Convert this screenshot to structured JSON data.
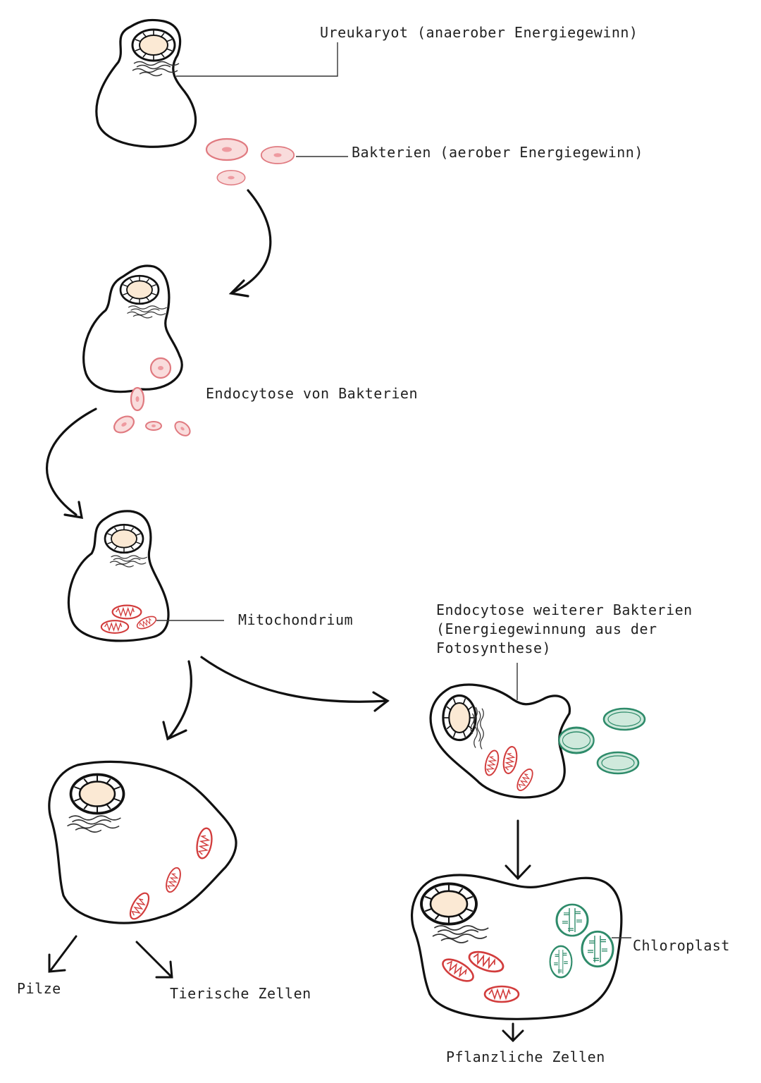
{
  "labels": {
    "ureukaryot": "Ureukaryot (anaerober Energiegewinn)",
    "bakterien": "Bakterien (aerober Energiegewinn)",
    "endocytose": "Endocytose von Bakterien",
    "mitochondrium": "Mitochondrium",
    "endocytose_weiterer_line1": "Endocytose weiterer Bakterien",
    "endocytose_weiterer_line2": "(Energiegewinnung aus der",
    "endocytose_weiterer_line3": "Fotosynthese)",
    "chloroplast": "Chloroplast",
    "pilze": "Pilze",
    "tierische_zellen": "Tierische Zellen",
    "pflanzliche_zellen": "Pflanzliche Zellen"
  },
  "colors": {
    "outline": "#111111",
    "nucleus_fill": "#fbe9d4",
    "bacterium_fill": "#f9dcdc",
    "bacterium_stroke": "#e07a80",
    "mitochondrion": "#d23c3c",
    "chloroplast": "#2e8b6a",
    "chloroplast_fill": "#cfe9dc"
  }
}
